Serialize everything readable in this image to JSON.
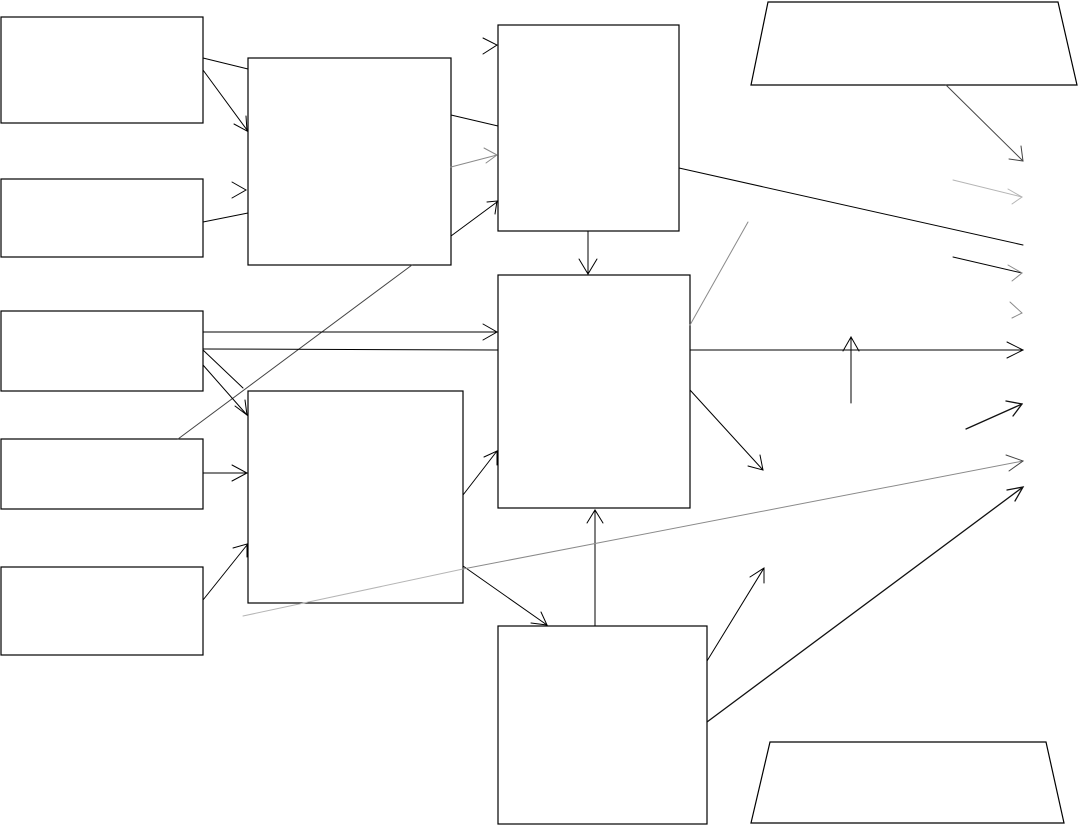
{
  "diagram": {
    "colors": {
      "background": "#ffffff",
      "stroke": "#000000"
    },
    "boxes": [
      {
        "id": "source-box-1",
        "label": ""
      },
      {
        "id": "source-box-2",
        "label": ""
      },
      {
        "id": "source-box-3",
        "label": ""
      },
      {
        "id": "source-box-4",
        "label": ""
      },
      {
        "id": "source-box-5",
        "label": ""
      },
      {
        "id": "merge-box-upper",
        "label": ""
      },
      {
        "id": "merge-box-lower",
        "label": ""
      },
      {
        "id": "process-box-top",
        "label": ""
      },
      {
        "id": "process-box-middle",
        "label": ""
      },
      {
        "id": "process-box-bottom",
        "label": ""
      }
    ],
    "io_shapes": [
      {
        "id": "output-trapezoid-top",
        "label": ""
      },
      {
        "id": "output-trapezoid-bottom",
        "label": ""
      }
    ]
  }
}
